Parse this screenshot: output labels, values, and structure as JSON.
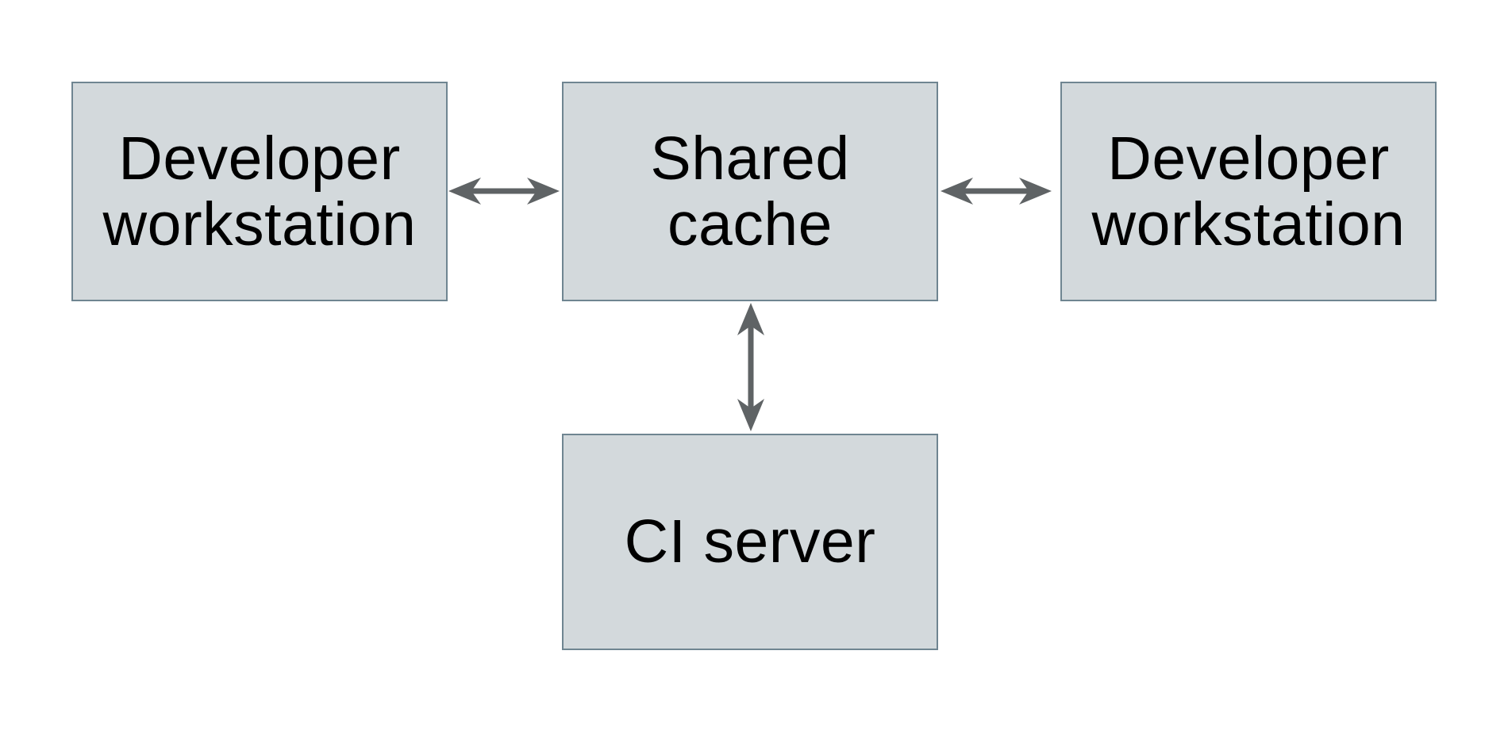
{
  "colors": {
    "background": "#ffffff",
    "node_fill": "#d3d9dc",
    "node_border": "#6f8591",
    "arrow": "#5f6365",
    "text": "#000000"
  },
  "diagram": {
    "nodes": [
      {
        "id": "dev-workstation-left",
        "label": "Developer\nworkstation"
      },
      {
        "id": "shared-cache",
        "label": "Shared\ncache"
      },
      {
        "id": "dev-workstation-right",
        "label": "Developer\nworkstation"
      },
      {
        "id": "ci-server",
        "label": "CI server"
      }
    ],
    "edges": [
      {
        "from": "dev-workstation-left",
        "to": "shared-cache",
        "direction": "bidirectional",
        "orientation": "horizontal"
      },
      {
        "from": "shared-cache",
        "to": "dev-workstation-right",
        "direction": "bidirectional",
        "orientation": "horizontal"
      },
      {
        "from": "shared-cache",
        "to": "ci-server",
        "direction": "bidirectional",
        "orientation": "vertical"
      }
    ]
  }
}
